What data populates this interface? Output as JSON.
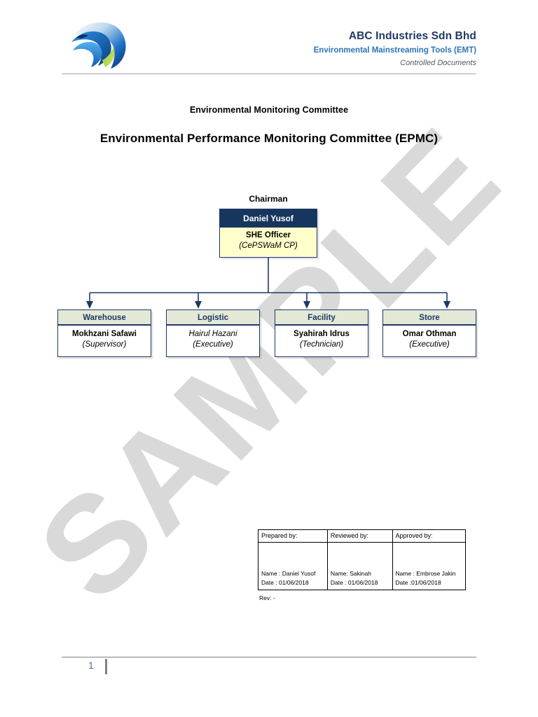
{
  "header": {
    "logo_icon": "bird-swoosh-logo",
    "company_name": "ABC Industries Sdn Bhd",
    "doc_subtitle": "Environmental Mainstreaming Tools (EMT)",
    "doc_category": "Controlled Documents"
  },
  "titles": {
    "small": "Environmental Monitoring Committee",
    "main": "Environmental Performance Monitoring Committee (EPMC)"
  },
  "watermark": {
    "text": "SAMPLE"
  },
  "chart": {
    "root_label": "Chairman",
    "root": {
      "name": "Daniel Yusof",
      "role": "SHE Officer",
      "cert": "(CePSWaM CP)"
    },
    "departments": [
      {
        "department": "Warehouse",
        "person": "Mokhzani Safawi",
        "title": "(Supervisor)"
      },
      {
        "department": "Logistic",
        "person": "Hairul Hazani",
        "title": "(Executive)"
      },
      {
        "department": "Facility",
        "person": "Syahirah Idrus",
        "title": "(Technician)"
      },
      {
        "department": "Store",
        "person": "Omar Othman",
        "title": "(Executive)"
      }
    ]
  },
  "signature_table": {
    "columns": [
      "Prepared by:",
      "Reviewed by:",
      "Approved by:"
    ],
    "entries": [
      {
        "name": "Name : Daniel  Yusof",
        "date": "Date : 01/06/2018"
      },
      {
        "name": "Name: Sakinah",
        "date": "Date : 01/06/2018"
      },
      {
        "name": "Name : Embrose  Jakin",
        "date": "Date :01/06/2018"
      }
    ],
    "revision": "Rev: -"
  },
  "footer": {
    "page_number": "1"
  },
  "colors": {
    "navy": "#1f3864",
    "header_navy": "#17365d",
    "subtitle_blue": "#2e74b5",
    "cream": "#ffffcc",
    "sage": "#e3e9d6",
    "watermark_gray": "#d9d9d9",
    "page_number_blue": "#4472a8"
  }
}
